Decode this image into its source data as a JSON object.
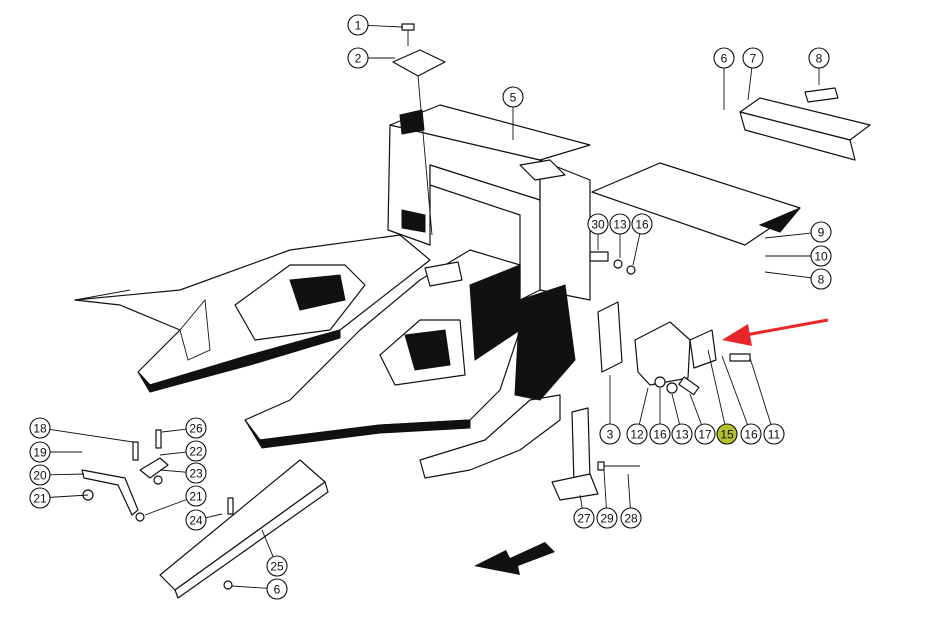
{
  "diagram": {
    "callouts": [
      "1",
      "2",
      "5",
      "6",
      "7",
      "8",
      "30",
      "13",
      "16",
      "9",
      "10",
      "8",
      "3",
      "12",
      "16",
      "13",
      "17",
      "15",
      "16",
      "11",
      "18",
      "26",
      "19",
      "22",
      "20",
      "23",
      "21",
      "21",
      "24",
      "25",
      "6",
      "27",
      "29",
      "28"
    ],
    "highlighted_callout": "15",
    "highlight_color": "#b5c22a",
    "arrow_color": "#e8262a"
  }
}
